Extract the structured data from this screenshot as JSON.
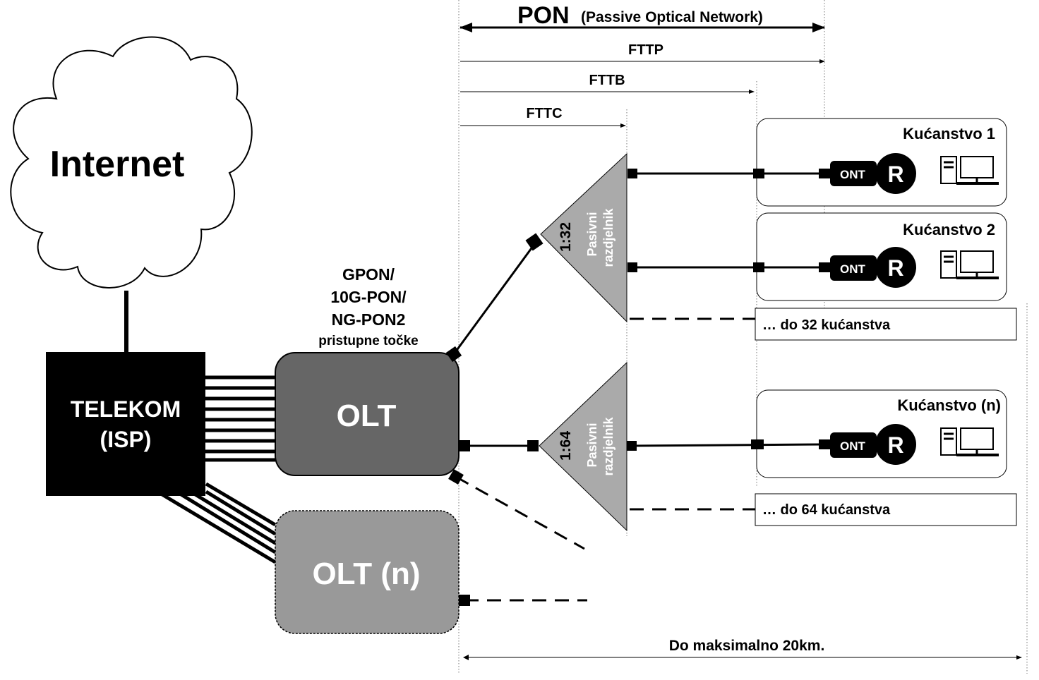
{
  "internet": {
    "label": "Internet"
  },
  "isp": {
    "line1": "TELEKOM",
    "line2": "(ISP)"
  },
  "olt_caption": {
    "line1": "GPON/",
    "line2": "10G-PON/",
    "line3": "NG-PON2",
    "line4": "pristupne točke"
  },
  "olt": {
    "label": "OLT"
  },
  "olt_n": {
    "label": "OLT (n)"
  },
  "pon": {
    "title": "PON",
    "subtitle": "(Passive Optical Network)"
  },
  "ranges": {
    "fttp": "FTTP",
    "fttb": "FTTB",
    "fttc": "FTTC"
  },
  "splitter1": {
    "ratio": "1:32",
    "label_line1": "Pasivni",
    "label_line2": "razdjelnik"
  },
  "splitter2": {
    "ratio": "1:64",
    "label_line1": "Pasivni",
    "label_line2": "razdjelnik"
  },
  "households": [
    {
      "name": "Kućanstvo 1",
      "ont": "ONT",
      "router": "R"
    },
    {
      "name": "Kućanstvo 2",
      "ont": "ONT",
      "router": "R"
    },
    {
      "name": "Kućanstvo (n)",
      "ont": "ONT",
      "router": "R"
    }
  ],
  "more": {
    "up_to_32": "… do 32 kućanstva",
    "up_to_64": "… do 64 kućanstva"
  },
  "distance": {
    "label": "Do maksimalno 20km."
  }
}
